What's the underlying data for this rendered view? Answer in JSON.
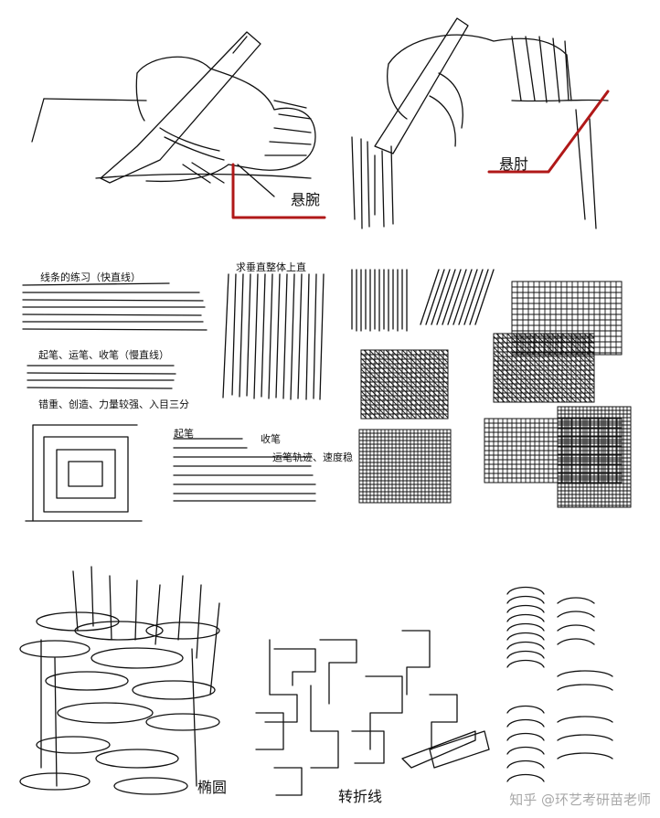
{
  "labels": {
    "wrist": "悬腕",
    "elbow": "悬肘",
    "line_quality": "线条的练习（快直线）",
    "start_stop": "起笔、运笔、收笔（慢直线）",
    "overlap": "错重、创造、力量较强、入目三分",
    "vertical": "求垂直整体上直",
    "start": "起笔",
    "stop": "收笔",
    "stroke_notes": "运笔轨迹、速度稳",
    "ellipse": "椭圆",
    "polyline": "转折线"
  },
  "watermark": "知乎 @环艺考研苗老师",
  "colors": {
    "accent": "#b01818",
    "ink": "#111111"
  }
}
